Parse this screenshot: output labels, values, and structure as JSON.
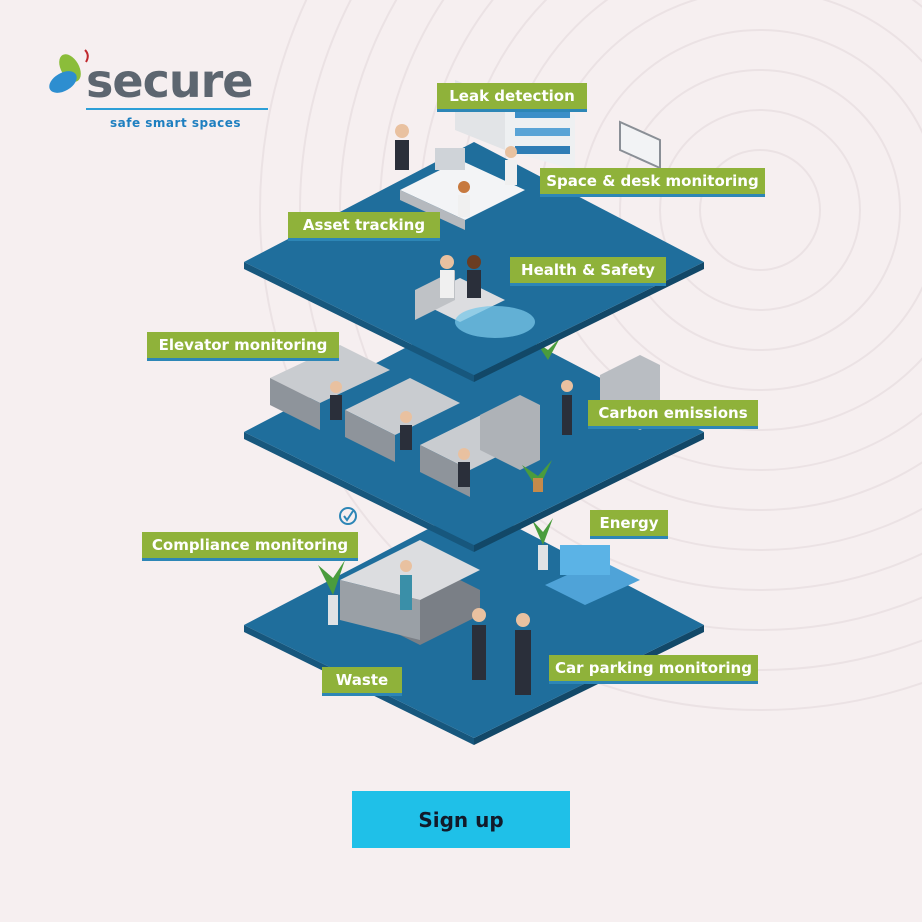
{
  "brand": {
    "name": "secure",
    "tagline": "safe smart spaces"
  },
  "labels": {
    "leak": "Leak detection",
    "space_desk": "Space & desk monitoring",
    "asset": "Asset tracking",
    "health": "Health & Safety",
    "elevator": "Elevator monitoring",
    "carbon": "Carbon emissions",
    "energy": "Energy",
    "compliance": "Compliance monitoring",
    "car_parking": "Car parking monitoring",
    "waste": "Waste"
  },
  "cta": {
    "signup_label": "Sign up"
  },
  "colors": {
    "background": "#f6eff0",
    "floor": "#1f6e9c",
    "label": "#8fb23a",
    "button": "#1fc0e8",
    "logo_text": "#5d6670",
    "logo_accent": "#2d9fd7"
  }
}
